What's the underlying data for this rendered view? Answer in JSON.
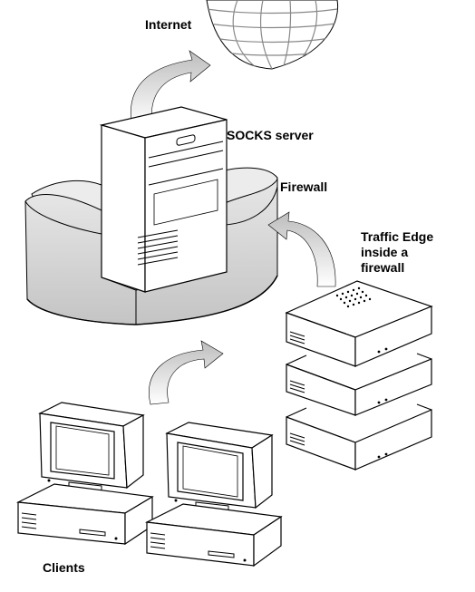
{
  "labels": {
    "internet": "Internet",
    "socks_server": "SOCKS server",
    "firewall": "Firewall",
    "traffic_edge_line1": "Traffic Edge",
    "traffic_edge_line2": "inside a",
    "traffic_edge_line3": "firewall",
    "clients": "Clients"
  },
  "icons": [
    "globe-icon",
    "server-tower-icon",
    "firewall-wall-icon",
    "traffic-edge-appliance-icon",
    "client-computer-icon",
    "flow-arrow-icon"
  ],
  "colors": {
    "stroke": "#000000",
    "wall_fill": "#d9d9d9",
    "arrow_fill": "#c8c8c8",
    "globe_line": "#888888"
  }
}
